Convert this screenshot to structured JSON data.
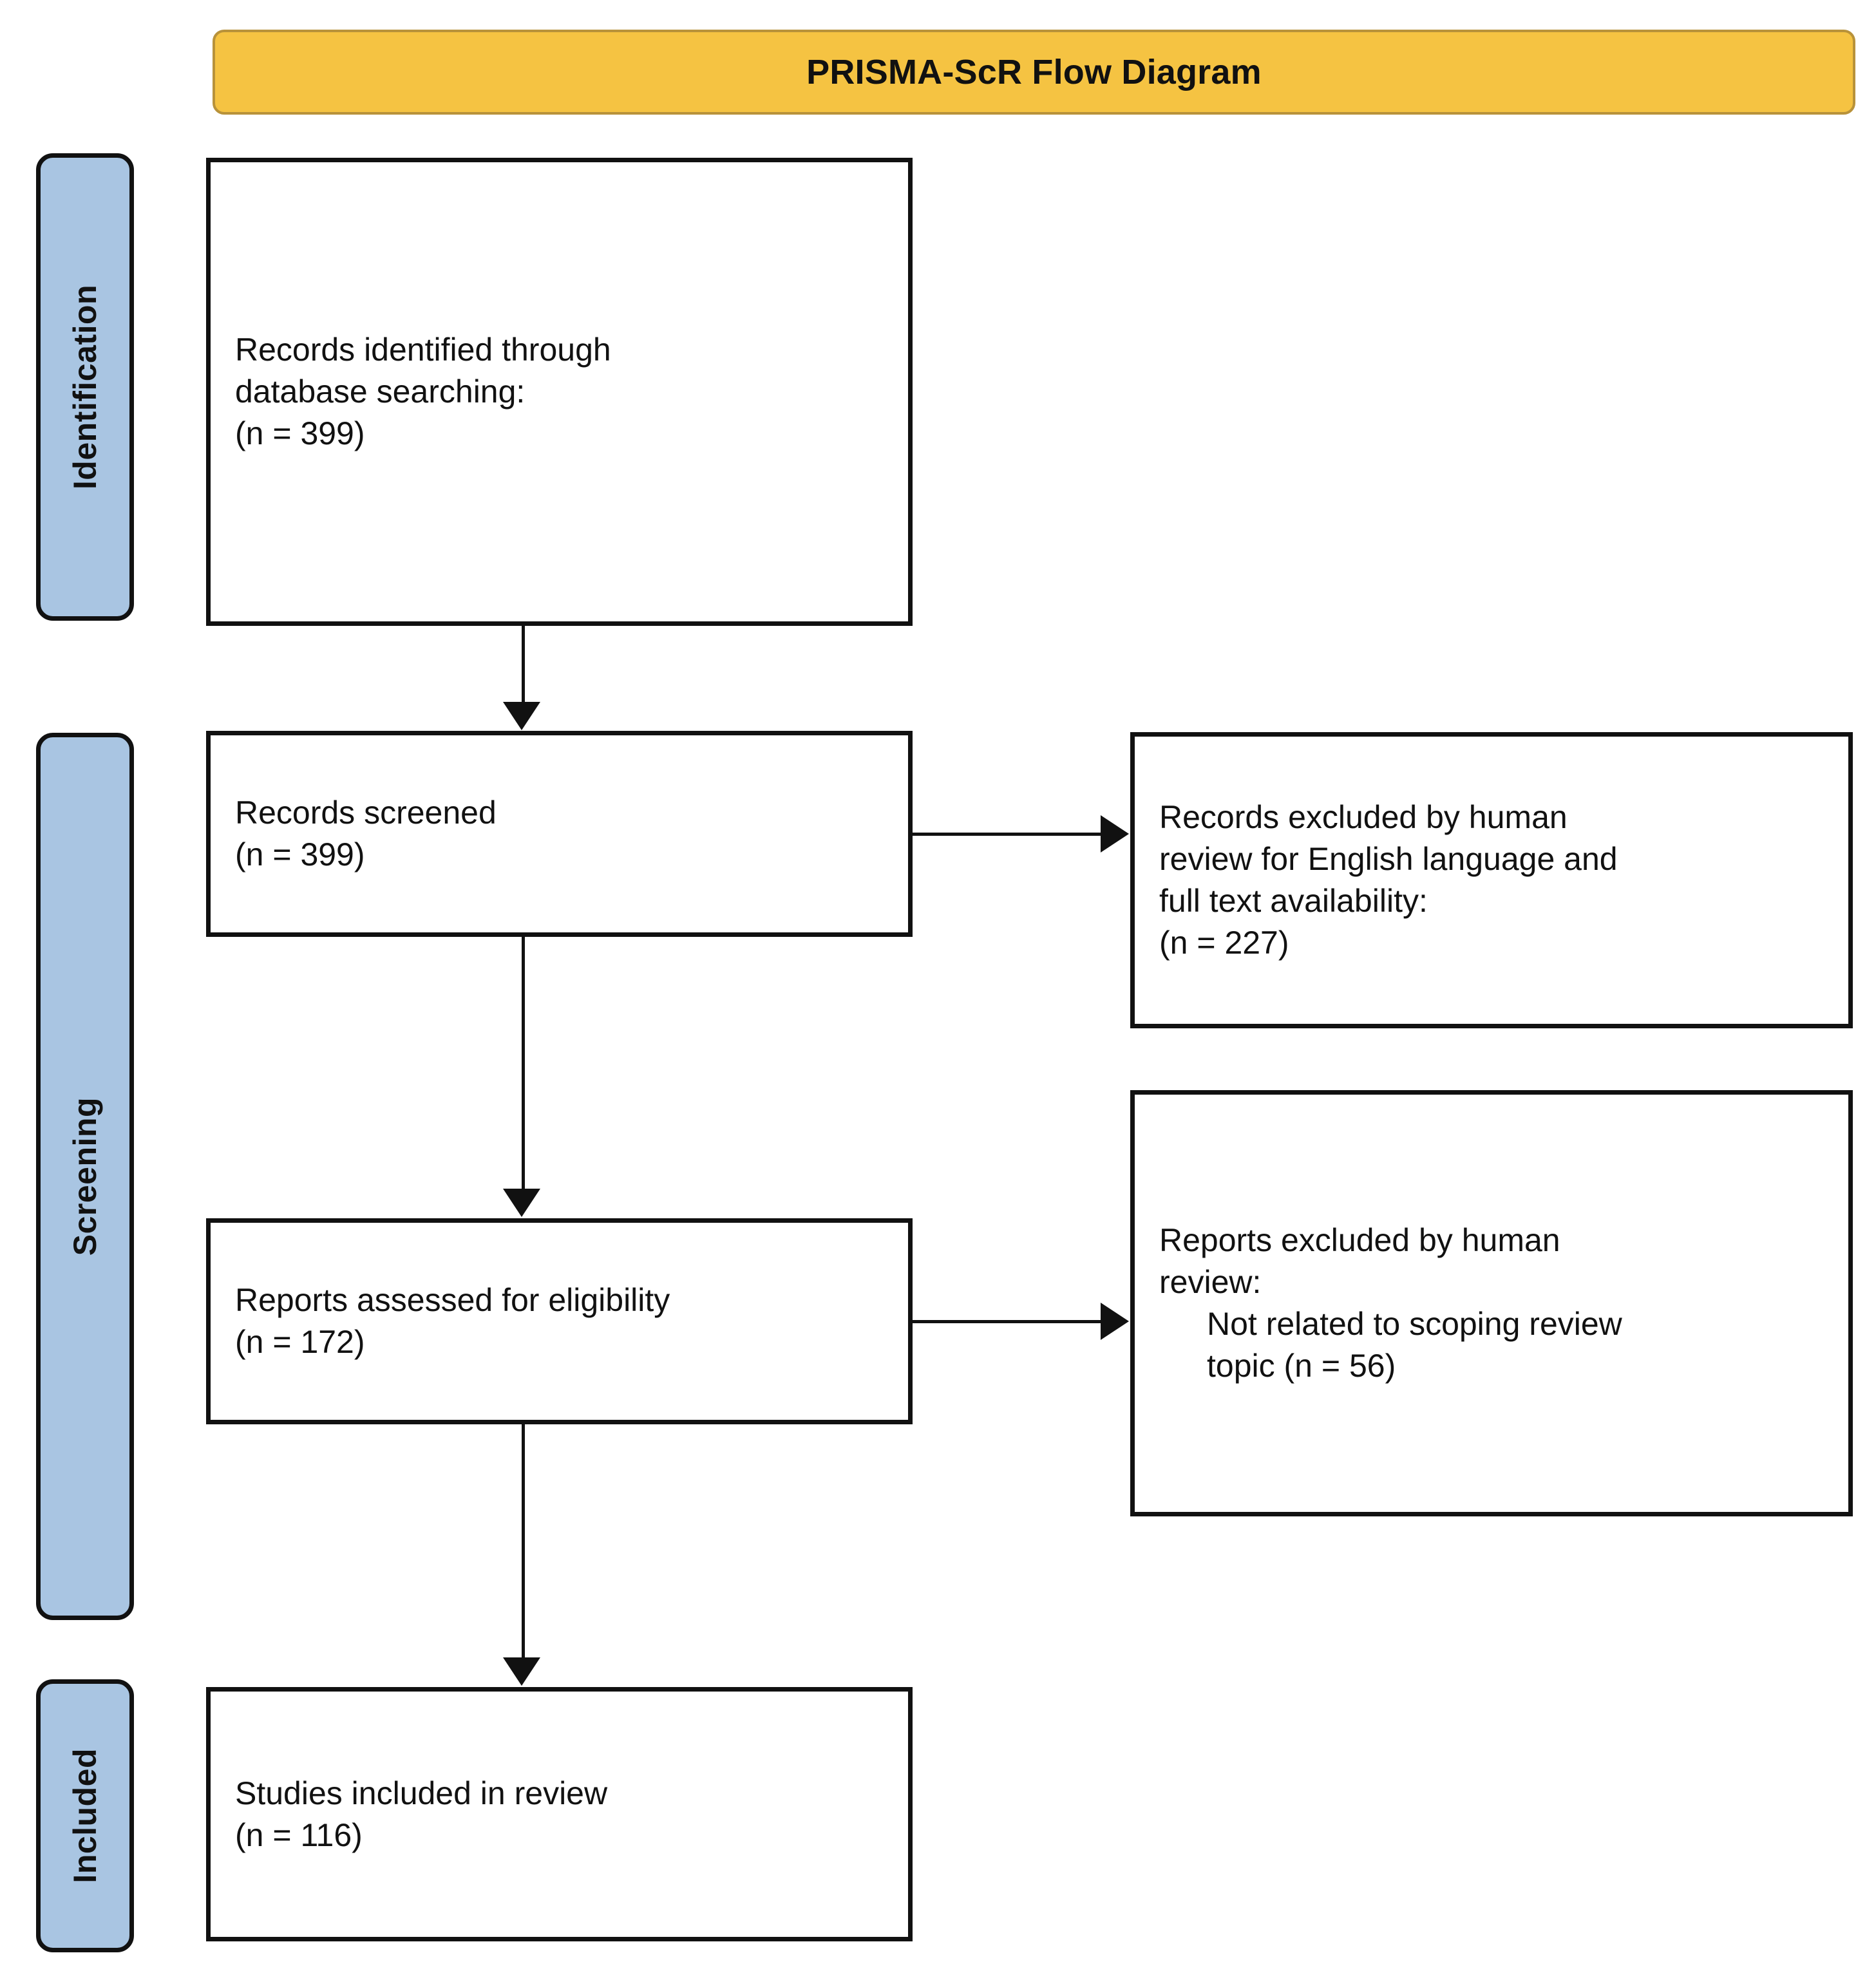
{
  "diagram": {
    "title": "PRISMA-ScR Flow Diagram",
    "colors": {
      "title_banner_fill": "#f5c342",
      "title_banner_border": "#b8923a",
      "stage_bar_fill": "#a9c5e2",
      "stroke": "#111111",
      "box_fill": "#ffffff"
    },
    "stages": [
      {
        "key": "identification",
        "label": "Identification"
      },
      {
        "key": "screening",
        "label": "Screening"
      },
      {
        "key": "included",
        "label": "Included"
      }
    ],
    "boxes": {
      "identified": {
        "text": "Records identified through\ndatabase searching:\n(n = 399)",
        "n": 399
      },
      "screened": {
        "text": "Records screened\n(n = 399)",
        "n": 399
      },
      "eligibility": {
        "text": "Reports assessed for eligibility\n(n = 172)",
        "n": 172
      },
      "included": {
        "text": "Studies included in review\n(n = 116)",
        "n": 116
      },
      "excluded_records": {
        "text": "Records excluded by human\nreview for English language and\nfull text availability:\n(n = 227)",
        "n": 227
      },
      "excluded_reports": {
        "text_main": "Reports excluded by human\nreview:",
        "text_indented": "Not related to scoping review\ntopic (n = 56)",
        "n": 56
      }
    }
  }
}
